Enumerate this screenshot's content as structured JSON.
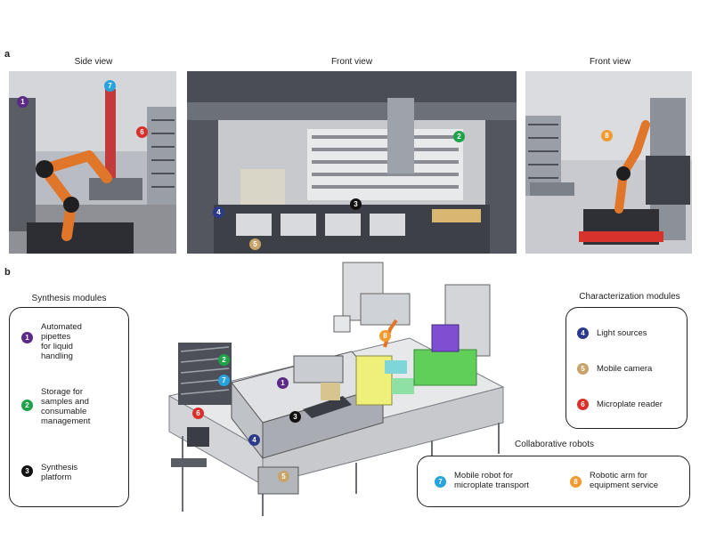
{
  "panel_a": {
    "letter": "a",
    "captions": [
      "Side view",
      "Front view",
      "Front view"
    ]
  },
  "panel_b": {
    "letter": "b"
  },
  "colors": {
    "1": "#5b2a86",
    "2": "#1fa34a",
    "3": "#111111",
    "4": "#2c3a8c",
    "5": "#c8a46a",
    "6": "#d9302c",
    "7": "#27a3dd",
    "8": "#f29a2e"
  },
  "synthesis": {
    "title": "Synthesis modules",
    "items": [
      {
        "num": "1",
        "text": "Automated\npipettes\nfor liquid\nhandling"
      },
      {
        "num": "2",
        "text": "Storage for\nsamples and\nconsumable\nmanagement"
      },
      {
        "num": "3",
        "text": "Synthesis\nplatform"
      }
    ]
  },
  "characterization": {
    "title": "Characterization modules",
    "items": [
      {
        "num": "4",
        "text": "Light sources"
      },
      {
        "num": "5",
        "text": "Mobile camera"
      },
      {
        "num": "6",
        "text": "Microplate reader"
      }
    ]
  },
  "collaborative": {
    "title": "Collaborative robots",
    "items": [
      {
        "num": "7",
        "text": "Mobile robot for\nmicroplate transport"
      },
      {
        "num": "8",
        "text": "Robotic arm for\nequipment service"
      }
    ]
  }
}
